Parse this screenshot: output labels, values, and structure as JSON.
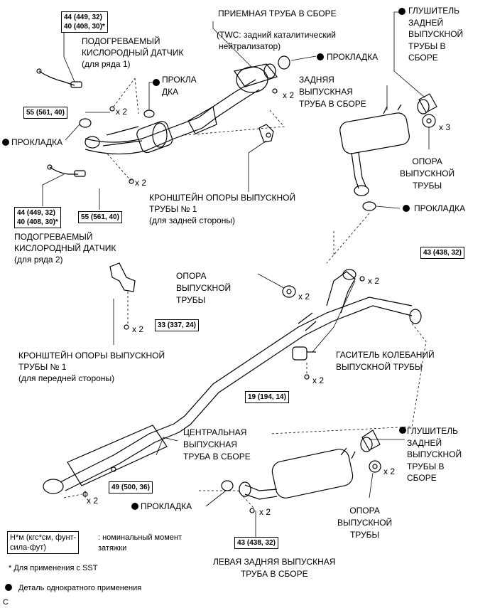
{
  "labels": {
    "front_pipe": "ПРИЕМНАЯ ТРУБА В СБОРЕ",
    "front_pipe_note_1": "(TWC: задний каталитический",
    "front_pipe_note_2": "нейтрализатор)",
    "gasket": "ПРОКЛАДКА",
    "gasket_split_1": "ПРОКЛА",
    "gasket_split_2": "ДКА",
    "rear_muffler_tail_1": "ГЛУШИТЕЛЬ",
    "rear_muffler_tail_2": "ЗАДНЕЙ",
    "rear_muffler_tail_3": "ВЫПУСКНОЙ",
    "rear_muffler_tail_4": "ТРУБЫ В",
    "rear_muffler_tail_5": "СБОРЕ",
    "rear_exhaust_1": "ЗАДНЯЯ",
    "rear_exhaust_2": "ВЫПУСКНАЯ",
    "rear_exhaust_3": "ТРУБА В СБОРЕ",
    "exhaust_support_1": "ОПОРА",
    "exhaust_support_2": "ВЫПУСКНОЙ",
    "exhaust_support_3": "ТРУБЫ",
    "o2_sensor_1_line1": "ПОДОГРЕВАЕМЫЙ",
    "o2_sensor_1_line2": "КИСЛОРОДНЫЙ ДАТЧИК",
    "o2_sensor_1_line3": "(для ряда 1)",
    "o2_sensor_2_line3": "(для ряда 2)",
    "bracket_rear_1": "КРОНШТЕЙН ОПОРЫ ВЫПУСКНОЙ",
    "bracket_rear_2": "ТРУБЫ № 1",
    "bracket_rear_3": "(для задней стороны)",
    "bracket_front_3": "(для передней стороны)",
    "damper_1": "ГАСИТЕЛЬ КОЛЕБАНИЙ",
    "damper_2": "ВЫПУСКНОЙ ТРУБЫ",
    "center_pipe_1": "ЦЕНТРАЛЬНАЯ",
    "center_pipe_2": "ВЫПУСКНАЯ",
    "center_pipe_3": "ТРУБА В СБОРЕ",
    "left_rear_1": "ЛЕВАЯ ЗАДНЯЯ ВЫПУСКНАЯ",
    "left_rear_2": "ТРУБА В СБОРЕ",
    "x2": "x 2",
    "x3": "x 3"
  },
  "torques": {
    "o2_top_a": "44 (449, 32)",
    "o2_top_b": "40 (408, 30)*",
    "t55": "55 (561, 40)",
    "t43": "43 (438, 32)",
    "t33": "33 (337, 24)",
    "t19": "19 (194, 14)",
    "t49": "49 (500, 36)"
  },
  "legend": {
    "unit_box_1": "Н*м (кгс*см, фунт-",
    "unit_box_2": "сила-фут)",
    "unit_desc_1": ": номинальный момент",
    "unit_desc_2": "затяжки",
    "sst_note": "* Для применения с SST",
    "single_use": "Деталь однократного применения",
    "corner": "C"
  }
}
